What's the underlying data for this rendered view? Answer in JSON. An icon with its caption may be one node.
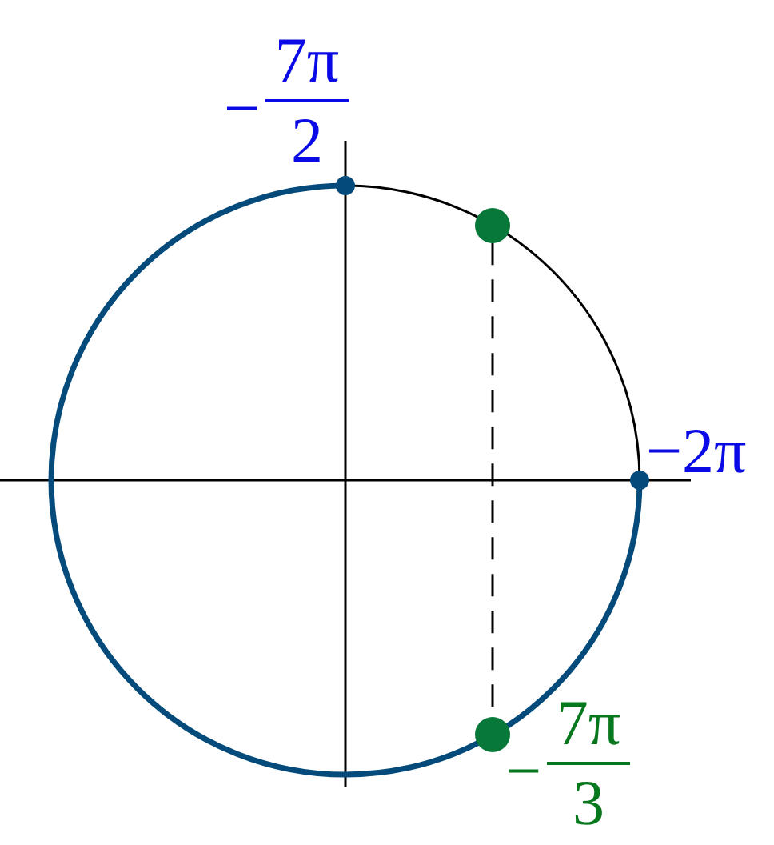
{
  "diagram": {
    "nodes": [
      {
        "text": [],
        "shape": "circle",
        "beside": [
          "−",
          "7π",
          "2"
        ]
      },
      {
        "text": [],
        "shape": "circle"
      },
      {
        "text": [],
        "shape": "circle",
        "beside": [
          "−2π"
        ]
      },
      {
        "text": [],
        "shape": "circle",
        "beside": [
          "−",
          "7π",
          "3"
        ]
      }
    ],
    "edges": [
      {
        "from": 1,
        "to": 3,
        "arrow": "none",
        "style": "dashed"
      }
    ]
  }
}
